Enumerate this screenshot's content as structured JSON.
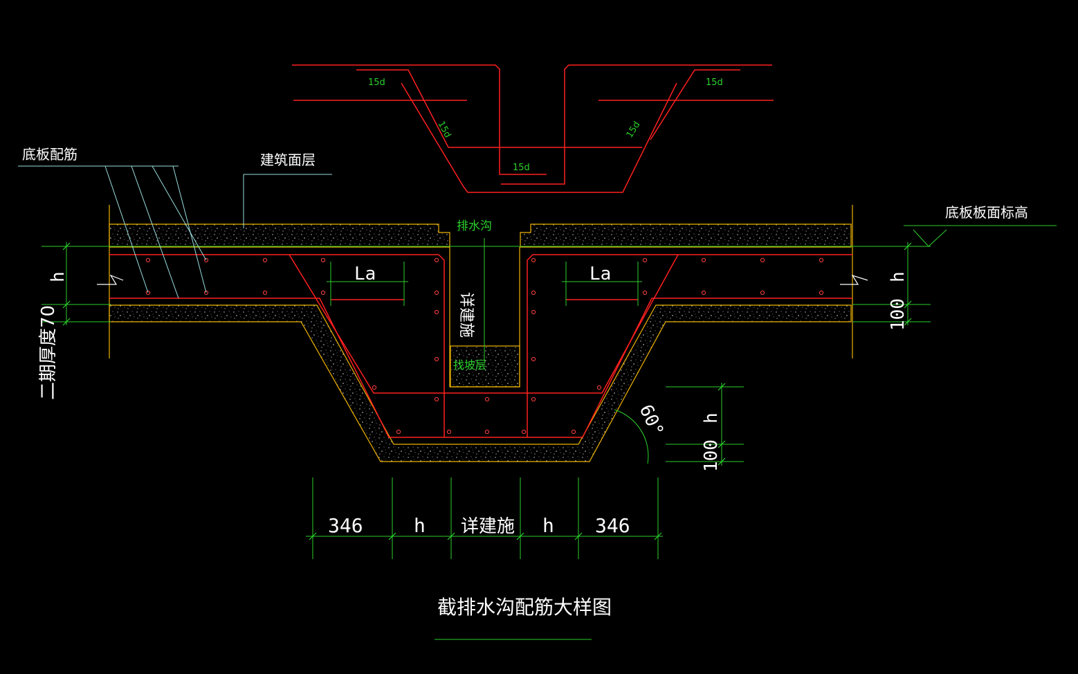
{
  "drawing": {
    "title": "截排水沟配筋大样图",
    "labels": {
      "slab_reinforcement": "底板配筋",
      "building_surface": "建筑面层",
      "slab_top_elevation": "底板板面标高",
      "drainage_ditch": "排水沟",
      "see_arch": "详建施",
      "leveling_layer": "找坡层",
      "stage2_thickness": "二期厚度70",
      "h_left": "h",
      "h_right": "h",
      "h_lower": "h",
      "dim_100_right": "100",
      "dim_100_lower": "100",
      "la_left": "La",
      "la_right": "La",
      "angle": "60°"
    },
    "detail_labels": {
      "top_left": "15d",
      "top_right": "15d",
      "slope_left": "15d",
      "slope_right": "15d",
      "bottom": "15d"
    },
    "bottom_dims": [
      "346",
      "h",
      "详建施",
      "h",
      "346"
    ],
    "colors": {
      "background": "#000000",
      "rebar": "#ff2020",
      "concrete_edge": "#f0b400",
      "dimension": "#2bd12b",
      "leader": "#9adede",
      "text": "#ffffff",
      "note": "#2bd12b"
    }
  }
}
